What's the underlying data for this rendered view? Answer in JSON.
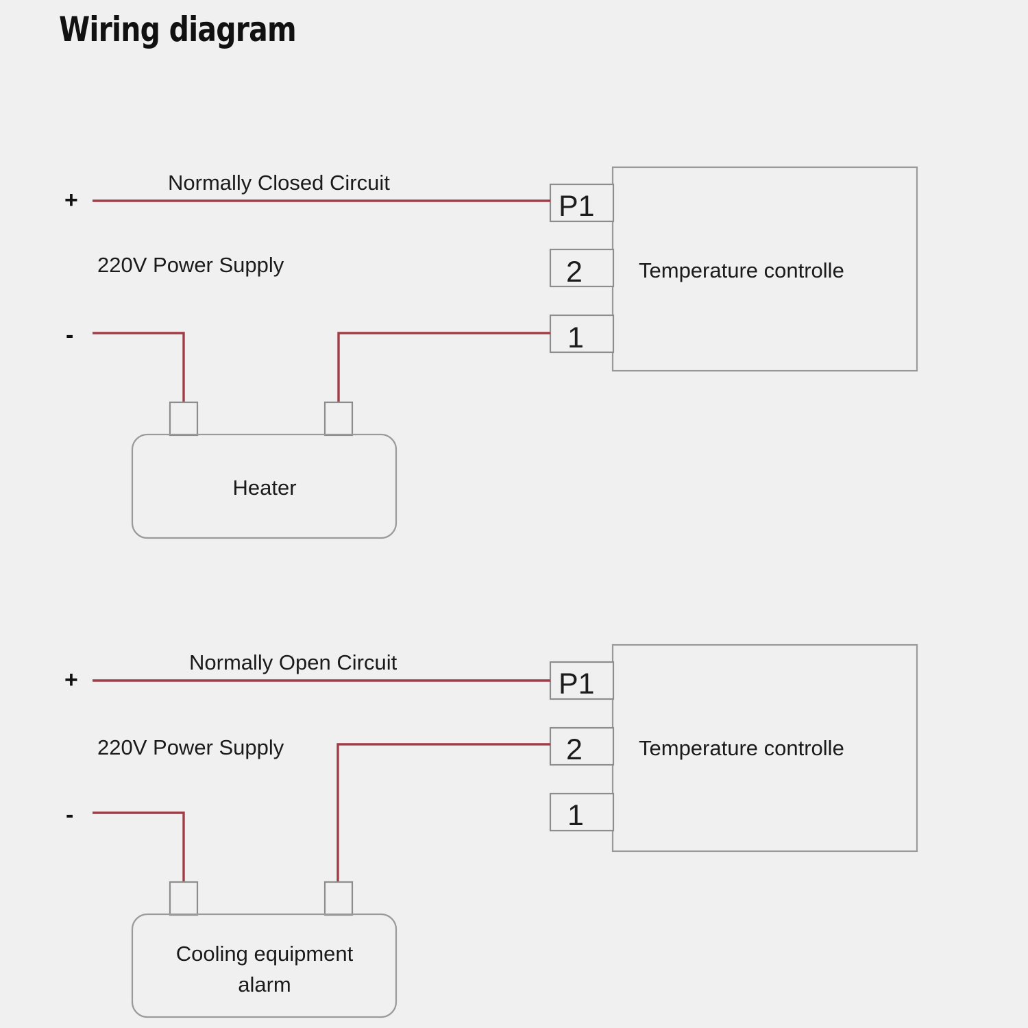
{
  "page": {
    "title": "Wiring diagram",
    "background_color": "#f1f0f1",
    "wire_color": "#a03d46",
    "outline_color": "#9a9a9a"
  },
  "diagrams": [
    {
      "id": "normally-closed",
      "circuit_label": "Normally Closed Circuit",
      "supply_label": "220V Power Supply",
      "plus_sign": "+",
      "minus_sign": "-",
      "controller_label": "Temperature controlle",
      "terminals": [
        {
          "label": "P1",
          "connected": true
        },
        {
          "label": "2",
          "connected": false
        },
        {
          "label": "1",
          "connected": true
        }
      ],
      "load_label": "Heater",
      "load_label_line2": ""
    },
    {
      "id": "normally-open",
      "circuit_label": "Normally Open Circuit",
      "supply_label": "220V Power Supply",
      "plus_sign": "+",
      "minus_sign": "-",
      "controller_label": "Temperature controlle",
      "terminals": [
        {
          "label": "P1",
          "connected": true
        },
        {
          "label": "2",
          "connected": true
        },
        {
          "label": "1",
          "connected": false
        }
      ],
      "load_label": "Cooling equipment",
      "load_label_line2": "alarm"
    }
  ]
}
